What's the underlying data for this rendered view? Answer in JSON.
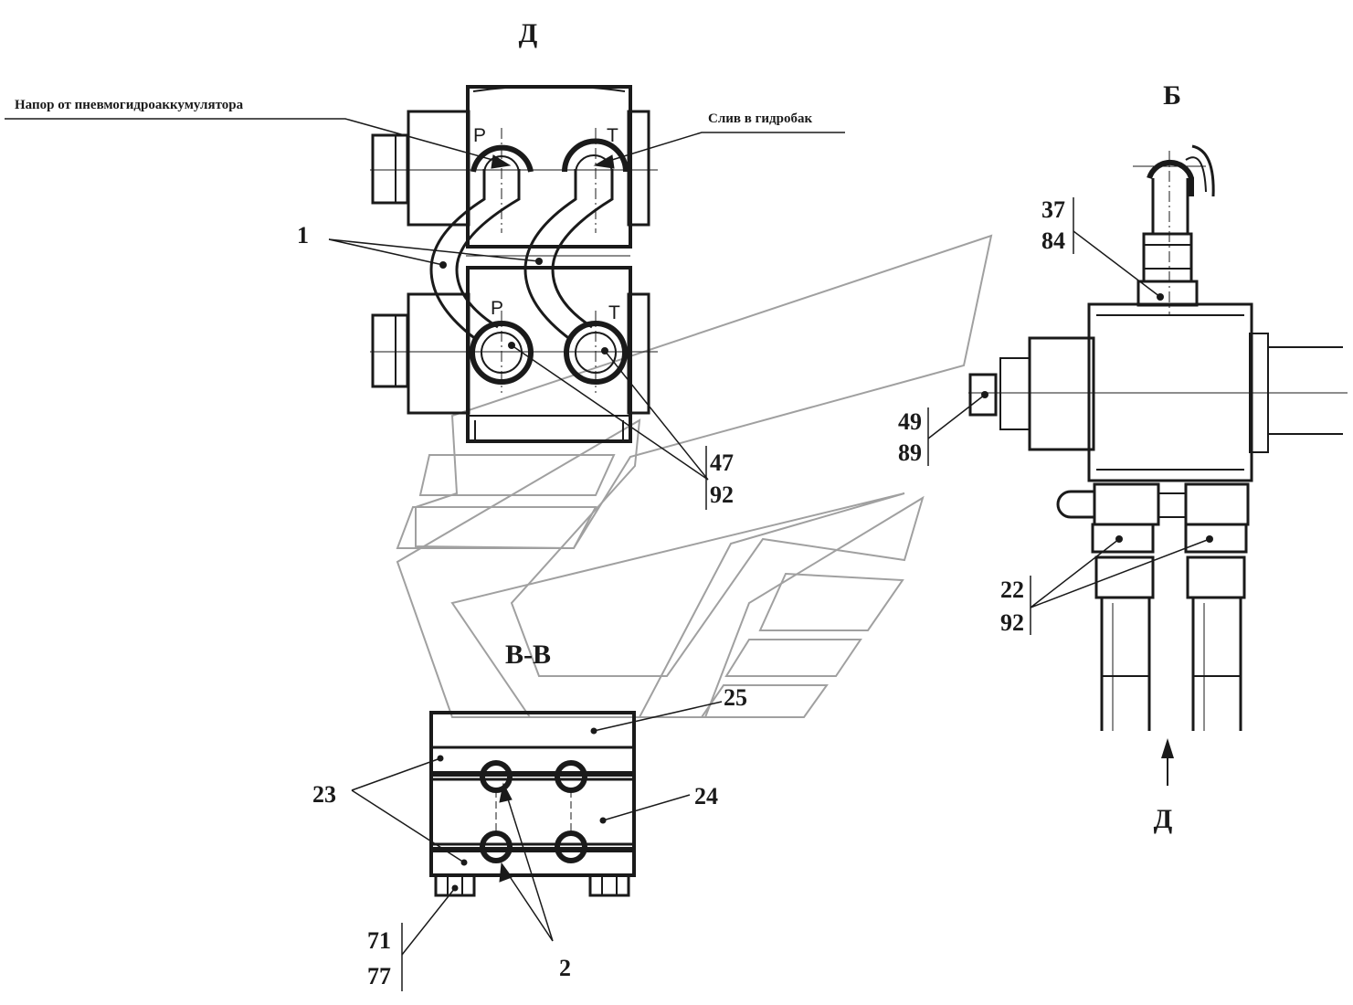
{
  "views": {
    "view_d": "Д",
    "view_b": "Б",
    "section_vv": "В-В",
    "arrow_d": "Д"
  },
  "notes": {
    "pressure": "Напор от пневмогидроаккумулятора",
    "drain": "Слив в гидробак"
  },
  "ports": {
    "p_upper": "P",
    "t_upper": "T",
    "p_lower": "P",
    "t_lower": "T"
  },
  "callouts": {
    "c1": "1",
    "c2": "2",
    "c22": "22",
    "c92b": "92",
    "c23": "23",
    "c24": "24",
    "c25": "25",
    "c37": "37",
    "c84": "84",
    "c47": "47",
    "c92a": "92",
    "c49": "49",
    "c89": "89",
    "c71": "71",
    "c77": "77"
  }
}
